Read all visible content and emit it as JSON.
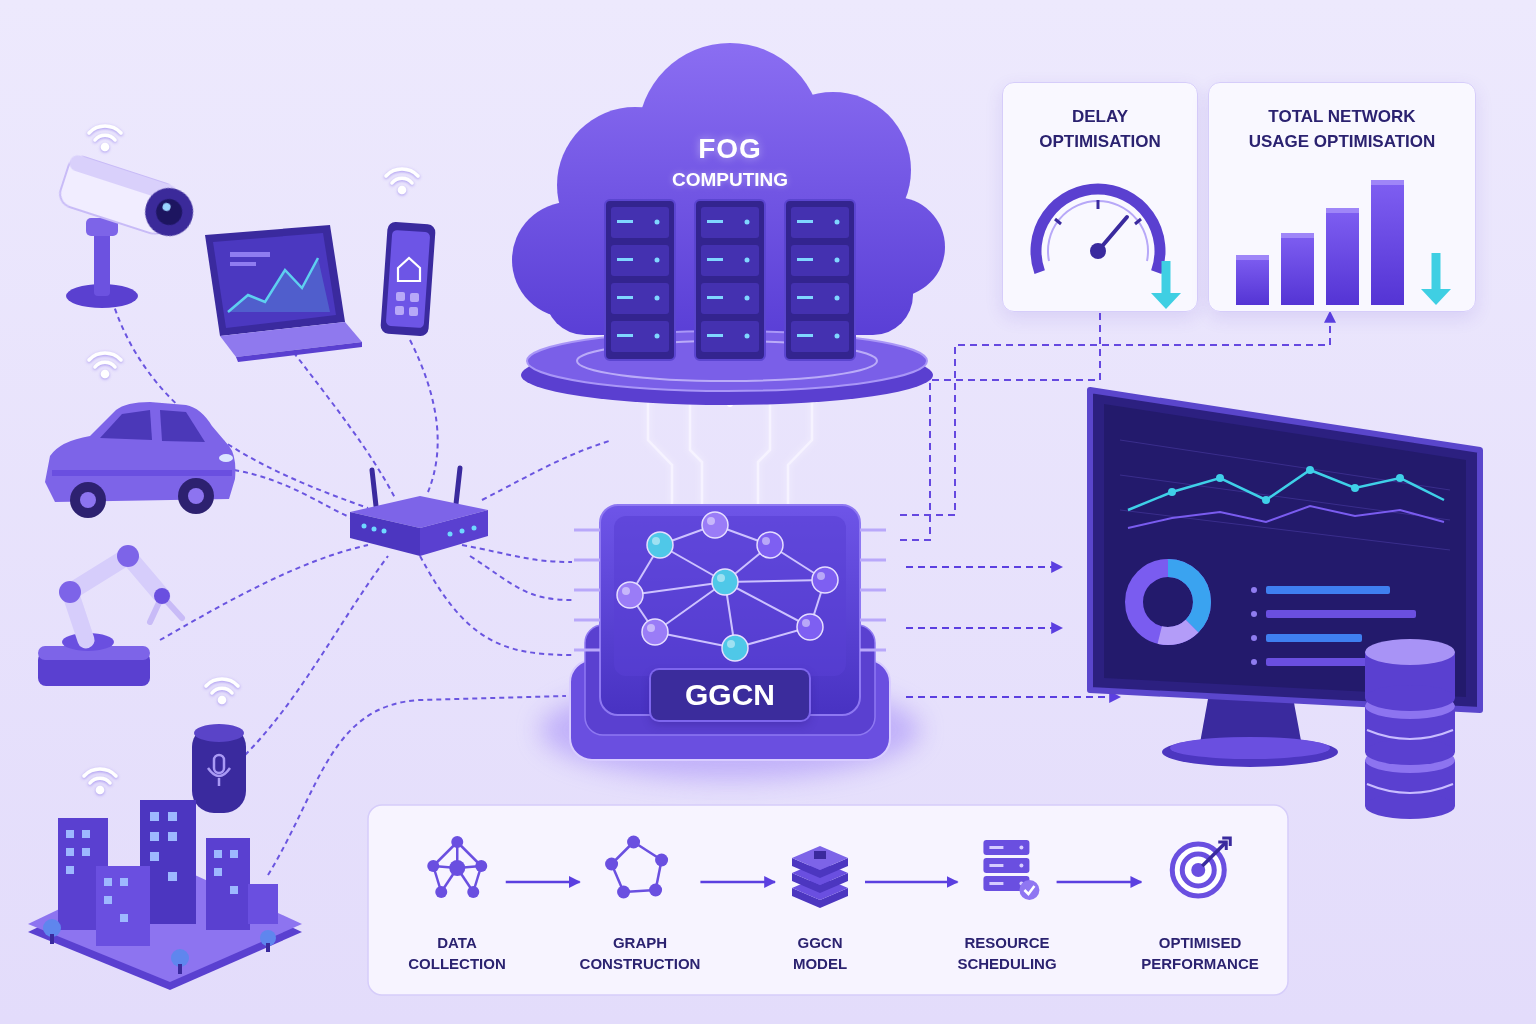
{
  "diagram": {
    "nodes": [
      {
        "text": [
          "FOG",
          "COMPUTING"
        ]
      },
      {
        "text": [
          "DELAY OPTIMISATION"
        ]
      },
      {
        "text": [
          "TOTAL NETWORK USAGE OPTIMISATION"
        ]
      },
      {
        "text": [
          "GGCN"
        ]
      },
      {
        "text": [
          "DATA COLLECTION"
        ]
      },
      {
        "text": [
          "GRAPH CONSTRUCTION"
        ]
      },
      {
        "text": [
          "GGCN MODEL"
        ]
      },
      {
        "text": [
          "RESOURCE SCHEDULING"
        ]
      },
      {
        "text": [
          "OPTIMISED PERFORMANCE"
        ]
      }
    ],
    "edges": [
      {
        "from": 0,
        "to": 3,
        "arrow": "none"
      },
      {
        "from": 3,
        "to": 1,
        "arrow": "none"
      },
      {
        "from": 3,
        "to": 2,
        "arrow": "to"
      },
      {
        "from": 4,
        "to": 5,
        "arrow": "to"
      },
      {
        "from": 5,
        "to": 6,
        "arrow": "to"
      },
      {
        "from": 6,
        "to": 7,
        "arrow": "to"
      },
      {
        "from": 7,
        "to": 8,
        "arrow": "to"
      }
    ]
  }
}
